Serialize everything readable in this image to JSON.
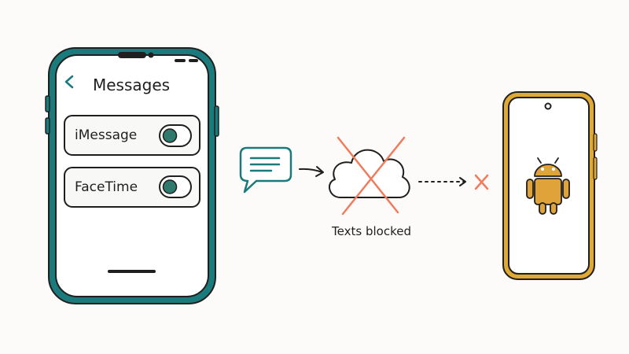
{
  "iphone": {
    "screen_title": "Messages",
    "back_icon": "chevron-left-icon",
    "settings": [
      {
        "label": "iMessage",
        "state": "on"
      },
      {
        "label": "FaceTime",
        "state": "on"
      }
    ]
  },
  "flow": {
    "message_icon": "chat-bubble-icon",
    "cloud_icon": "cloud-icon",
    "blocked_mark_icon": "cross-icon",
    "status_text": "Texts blocked",
    "failed_delivery_icon": "cross-icon"
  },
  "android": {
    "icon": "android-robot-icon"
  },
  "colors": {
    "iphone_frame": "#1b7a7c",
    "android_frame": "#e0a936",
    "android_robot": "#e0a33a",
    "blocked_red": "#ef7c5e",
    "toggle_green": "#2f7a6c",
    "ink": "#1f1f1f"
  }
}
